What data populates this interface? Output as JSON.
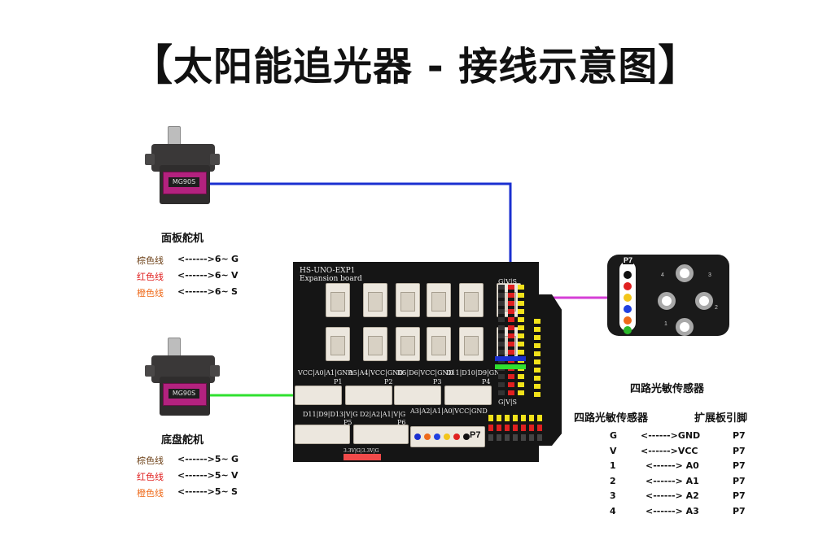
{
  "title": {
    "open": "【",
    "text": "太阳能追光器 -  接线示意图",
    "close": "】"
  },
  "servo_top": {
    "model_label": "MG90S",
    "name": "面板舵机",
    "rows": [
      {
        "wire": "棕色线",
        "arrow": "<------>6~",
        "pin": "G"
      },
      {
        "wire": "红色线",
        "arrow": "<------>6~",
        "pin": "V"
      },
      {
        "wire": "橙色线",
        "arrow": "<------>6~",
        "pin": "S"
      }
    ]
  },
  "servo_bottom": {
    "model_label": "MG90S",
    "name": "底盘舵机",
    "rows": [
      {
        "wire": "棕色线",
        "arrow": "<------>5~",
        "pin": "G"
      },
      {
        "wire": "红色线",
        "arrow": "<------>5~",
        "pin": "V"
      },
      {
        "wire": "橙色线",
        "arrow": "<------>5~",
        "pin": "S"
      }
    ]
  },
  "board": {
    "name": "HS-UNO-EXP1",
    "subtitle": "Expansion board",
    "port_p7": "P7",
    "port_labels": [
      "VCC|A0|A1|GND",
      "A5|A4|VCC|GND",
      "D5|D6|VCC|GND",
      "D11|D10|D9|GND",
      "D11|D9|D13|V|G",
      "D2|A2|A1|V|G",
      "A3|A2|A1|A0|VCC|GND"
    ],
    "port_names": [
      "P1",
      "P2",
      "P3",
      "P4",
      "P5",
      "P6"
    ],
    "gvs": "G|V|S",
    "power_label": "3.3V|G|3.3V|G"
  },
  "sensor": {
    "port": "P7",
    "name": "四路光敏传感器",
    "numbers": [
      "1",
      "2",
      "3",
      "4"
    ]
  },
  "pin_table": {
    "headers": [
      "四路光敏传感器",
      "扩展板引脚"
    ],
    "rows": [
      {
        "a": "G",
        "arrow": "<------>GND",
        "b": "P7"
      },
      {
        "a": "V",
        "arrow": "<------>VCC",
        "b": "P7"
      },
      {
        "a": "1",
        "arrow": "<------> A0",
        "b": "P7"
      },
      {
        "a": "2",
        "arrow": "<------> A1",
        "b": "P7"
      },
      {
        "a": "3",
        "arrow": "<------> A2",
        "b": "P7"
      },
      {
        "a": "4",
        "arrow": "<------> A3",
        "b": "P7"
      }
    ]
  },
  "colors": {
    "wire_blue": "#1a2fd0",
    "wire_green": "#2fe02f",
    "wire_magenta": "#d53fd6",
    "wire_brown": "#6b3e14",
    "wire_red": "#e02020",
    "wire_orange": "#ee6a1a",
    "header_yellow": "#f2e21a"
  }
}
